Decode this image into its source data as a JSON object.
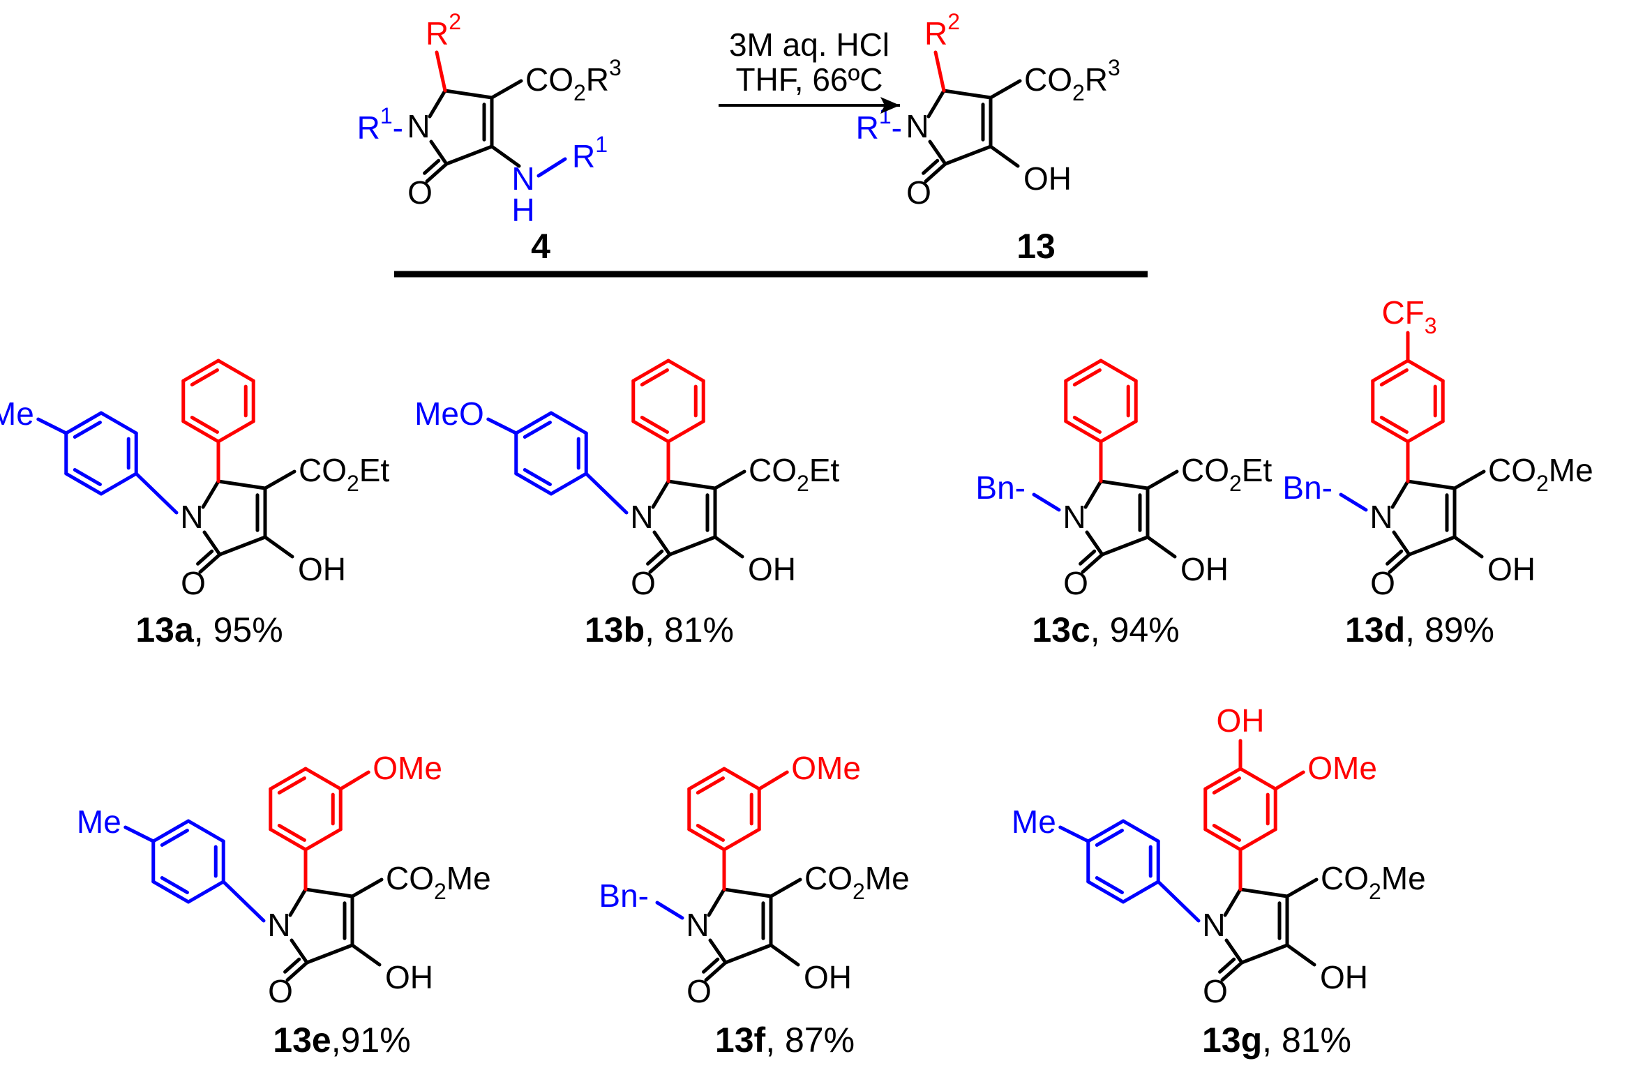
{
  "colors": {
    "substituent_n": "#0000ff",
    "substituent_c5": "#ff0000",
    "core": "#000000"
  },
  "reaction": {
    "reagent_line1": "3M aq. HCl",
    "reagent_line2": "THF, 66ºC",
    "reactant_id": "4",
    "product_id": "13",
    "reactant_labels": {
      "r2": "R",
      "r2_sup": "2",
      "ester": "CO",
      "ester_sub": "2",
      "ester_r": "R",
      "ester_sup": "3",
      "n1_r": "R",
      "n1_sup": "1",
      "n1_dash": "-",
      "ring_n": "N",
      "amine_n": "N",
      "amine_h": "H",
      "amine_r": "R",
      "amine_sup": "1",
      "carbonyl_o": "O"
    },
    "product_labels": {
      "r2": "R",
      "r2_sup": "2",
      "ester": "CO",
      "ester_sub": "2",
      "ester_r": "R",
      "ester_sup": "3",
      "n1_r": "R",
      "n1_sup": "1",
      "n1_dash": "-",
      "ring_n": "N",
      "hydroxyl": "OH",
      "carbonyl_o": "O"
    }
  },
  "compounds": [
    {
      "id": "13a",
      "yield": "95%",
      "sep": ", ",
      "n_sub": "4-methylphenyl",
      "n_label": "Me",
      "c5_sub": "phenyl",
      "ester_sub": "Et"
    },
    {
      "id": "13b",
      "yield": "81%",
      "sep": ", ",
      "n_sub": "4-methoxyphenyl",
      "n_label": "MeO",
      "c5_sub": "phenyl",
      "ester_sub": "Et"
    },
    {
      "id": "13c",
      "yield": "94%",
      "sep": ", ",
      "n_sub": "benzyl",
      "n_label": "Bn",
      "c5_sub": "phenyl",
      "ester_sub": "Et"
    },
    {
      "id": "13d",
      "yield": "89%",
      "sep": ", ",
      "n_sub": "benzyl",
      "n_label": "Bn",
      "c5_sub": "4-(trifluoromethyl)phenyl",
      "c5_label": "CF",
      "c5_label_sub": "3",
      "ester_sub": "Me"
    },
    {
      "id": "13e",
      "yield": "91%",
      "sep": ",",
      "n_sub": "4-methylphenyl",
      "n_label": "Me",
      "c5_sub": "3-methoxyphenyl",
      "c5_label": "OMe",
      "ester_sub": "Me"
    },
    {
      "id": "13f",
      "yield": "87%",
      "sep": ", ",
      "n_sub": "benzyl",
      "n_label": "Bn",
      "c5_sub": "3-methoxyphenyl",
      "c5_label": "OMe",
      "ester_sub": "Me"
    },
    {
      "id": "13g",
      "yield": "81%",
      "sep": ", ",
      "n_sub": "4-methylphenyl",
      "n_label": "Me",
      "c5_sub": "4-hydroxy-3-methoxyphenyl",
      "c5_label": "OMe",
      "c5_label2": "OH",
      "ester_sub": "Me"
    }
  ],
  "common_labels": {
    "ring_n": "N",
    "carbonyl_o": "O",
    "hydroxyl": "OH",
    "ester": "CO",
    "ester_sub": "2",
    "dash": "-"
  }
}
